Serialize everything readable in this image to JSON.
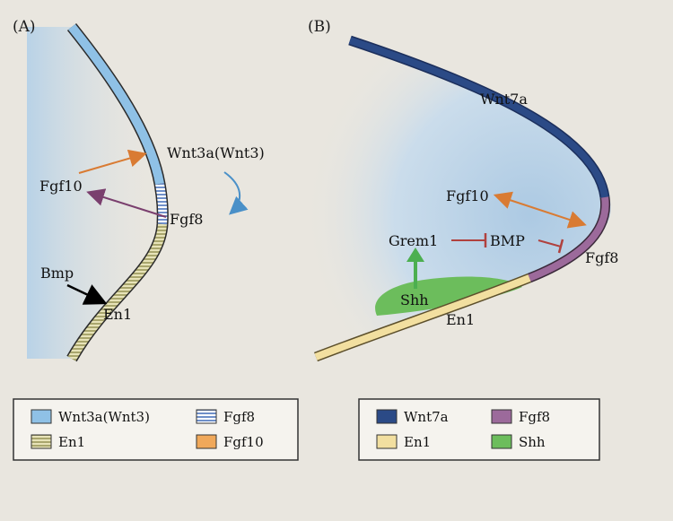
{
  "panel_a": {
    "label": "(A)",
    "labels": {
      "wnt3a": "Wnt3a(Wnt3)",
      "fgf10": "Fgf10",
      "fgf8": "Fgf8",
      "bmp": "Bmp",
      "en1": "En1"
    },
    "legend": [
      {
        "name": "Wnt3a(Wnt3)",
        "swatch": "plain",
        "color": "#8fc1e6"
      },
      {
        "name": "Fgf8",
        "swatch": "striped",
        "color": "#6f8fc9"
      },
      {
        "name": "En1",
        "swatch": "striped",
        "color": "#c9c591"
      },
      {
        "name": "Fgf10",
        "swatch": "plain",
        "color": "#f0a85a"
      }
    ]
  },
  "panel_b": {
    "label": "(B)",
    "labels": {
      "wnt7a": "Wnt7a",
      "fgf10": "Fgf10",
      "grem1": "Grem1",
      "bmp": "BMP",
      "shh": "Shh",
      "fgf8": "Fgf8",
      "en1": "En1"
    },
    "legend": [
      {
        "name": "Wnt7a",
        "color": "#2b4a86"
      },
      {
        "name": "Fgf8",
        "color": "#9c6a9b"
      },
      {
        "name": "En1",
        "color": "#f2dfa0"
      },
      {
        "name": "Shh",
        "color": "#6cbd5c"
      }
    ]
  },
  "colors": {
    "arrow_orange": "#d97b33",
    "arrow_purple": "#7a3f6e",
    "arrow_blue": "#4a90c8",
    "arrow_green": "#4caf50",
    "inhibit_red": "#b0413e",
    "mesenchyme_blue": "#c3d9ec"
  }
}
